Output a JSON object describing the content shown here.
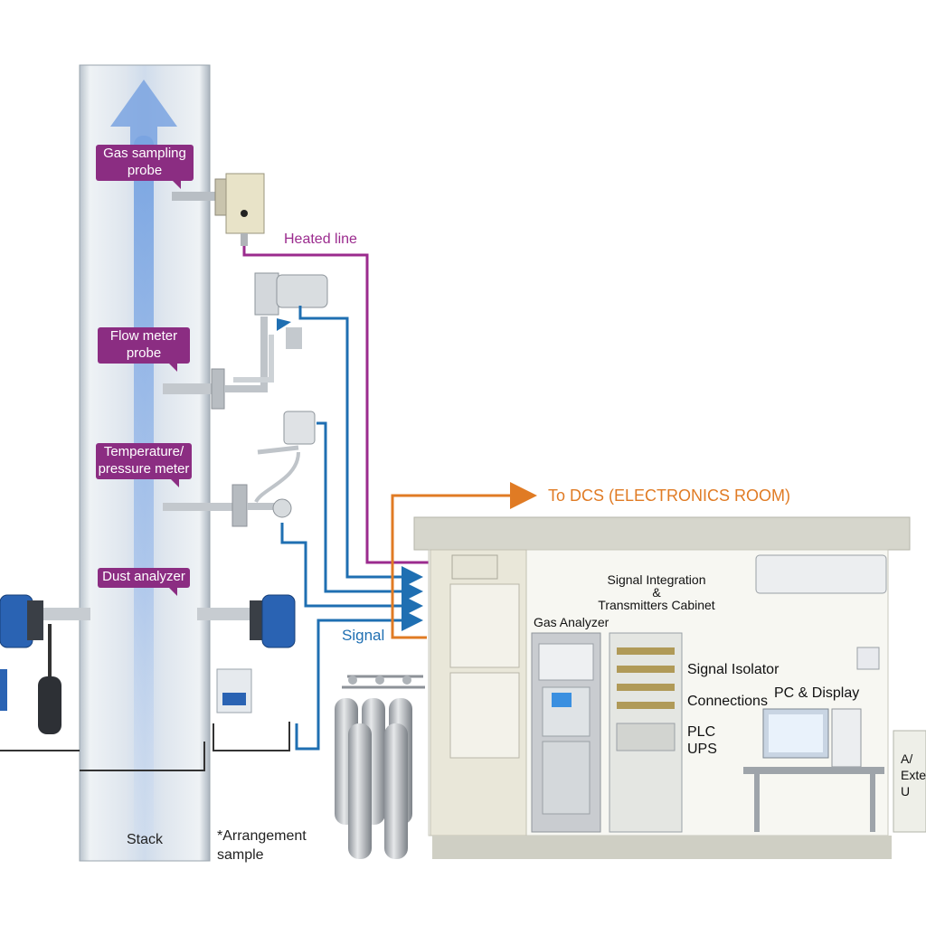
{
  "callouts": {
    "gas_sampling_probe": "Gas sampling\nprobe",
    "flow_meter_probe": "Flow meter\nprobe",
    "temperature_pressure_meter": "Temperature/\npressure meter",
    "dust_analyzer": "Dust analyzer"
  },
  "labels": {
    "heated_line": "Heated line",
    "to_dcs": "To DCS (ELECTRONICS ROOM)",
    "signal": "Signal",
    "stack": "Stack",
    "arrangement_note": "*Arrangement\nsample",
    "signal_integration_cabinet": "Signal Integration\n&\nTransmitters Cabinet",
    "gas_analyzer": "Gas Analyzer",
    "signal_isolator": "Signal Isolator",
    "connections": "Connections",
    "pc_display": "PC & Display",
    "plc_ups": "PLC\nUPS",
    "ac_external_unit": "A/\nExte\nU"
  },
  "colors": {
    "callout_purple": "#8b2d82",
    "heated_line": "#9b2b8e",
    "signal_line": "#1f6fb2",
    "dcs_line": "#e07b24",
    "stack_blue": "#7fa7dc"
  }
}
